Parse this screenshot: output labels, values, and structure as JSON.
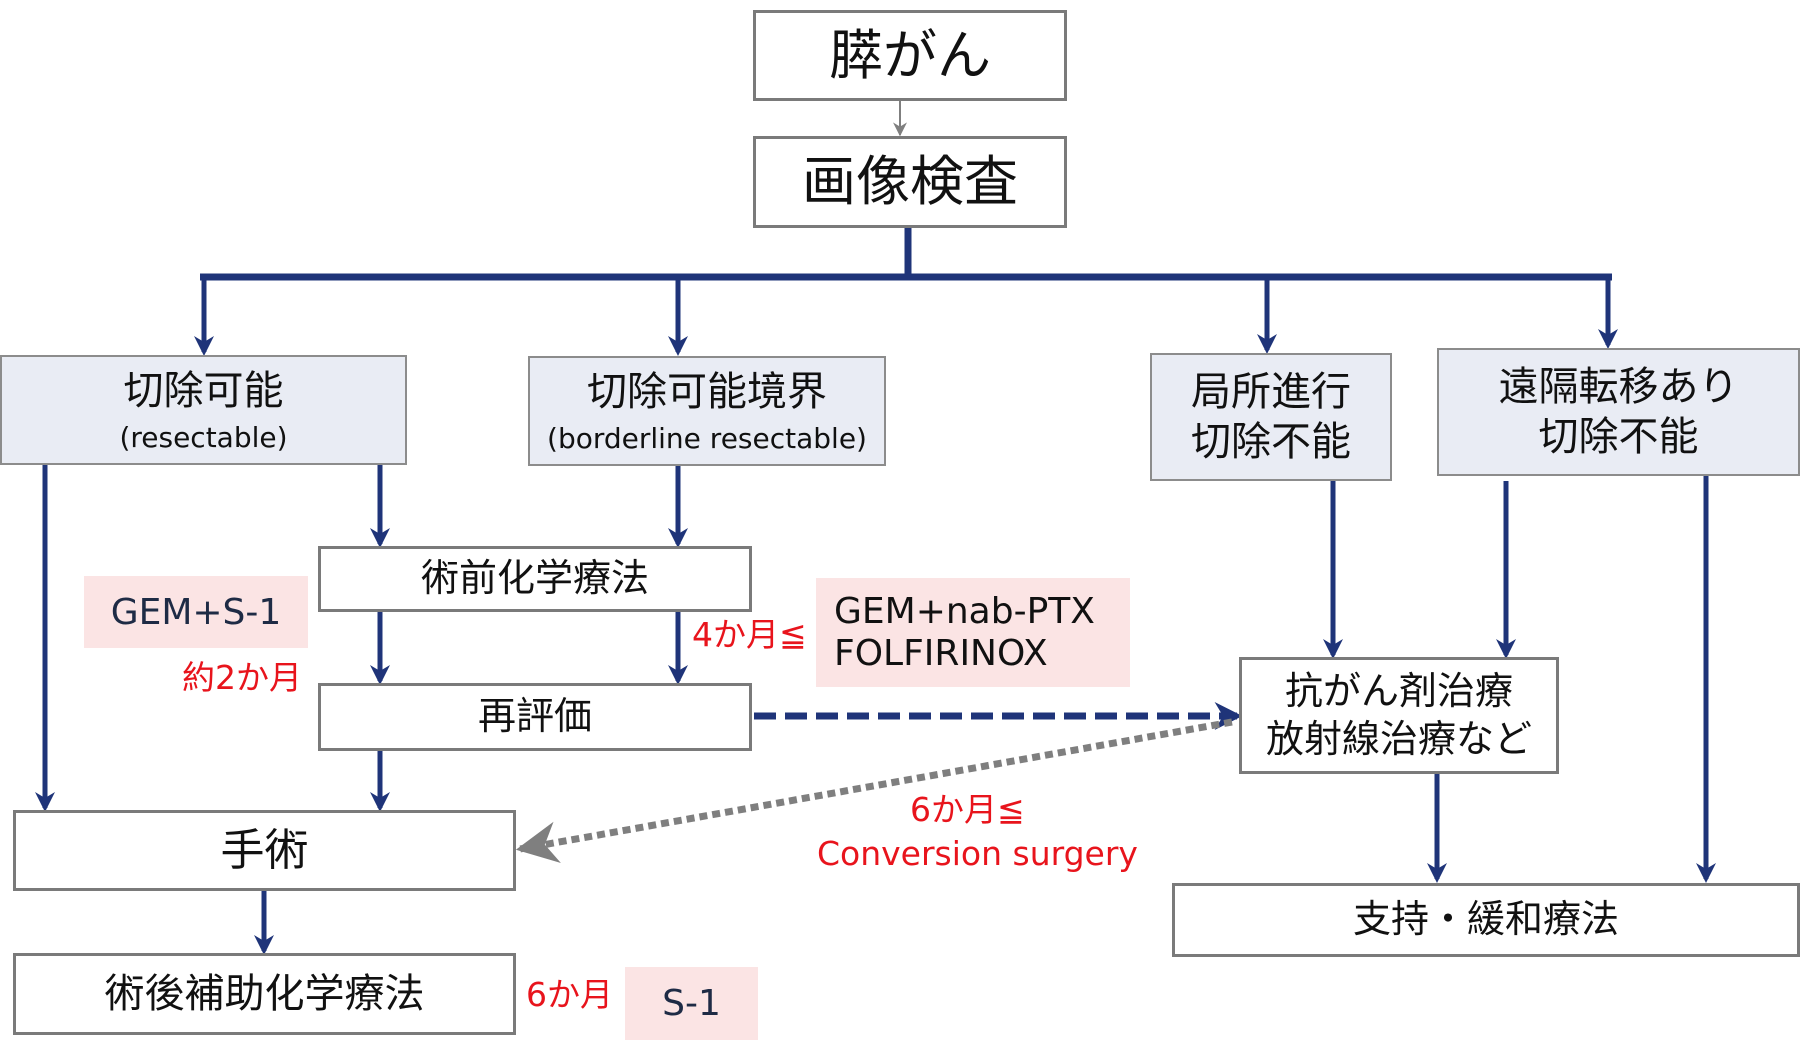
{
  "title_box": "膵がん",
  "imaging_box": "画像検査",
  "categories": [
    {
      "title": "切除可能",
      "subtitle": "(resectable)"
    },
    {
      "title": "切除可能境界",
      "subtitle": "(borderline resectable)"
    },
    {
      "title_lines": [
        "局所進行",
        "切除不能"
      ]
    },
    {
      "title_lines": [
        "遠隔転移あり",
        "切除不能"
      ]
    }
  ],
  "neoadjuvant_box": "術前化学療法",
  "reevaluation_box": "再評価",
  "surgery_box": "手術",
  "adjuvant_box": "術後補助化学療法",
  "chemo_box_lines": [
    "抗がん剤治療",
    "放射線治療など"
  ],
  "palliative_box": "支持・緩和療法",
  "regimens": {
    "resectable_neoadjuvant": "GEM+S-1",
    "borderline_neoadjuvant": [
      "GEM+nab-PTX",
      "FOLFIRINOX"
    ],
    "adjuvant": "S-1"
  },
  "durations": {
    "resectable_neoadjuvant": "約2か月",
    "borderline_neoadjuvant": "4か月≦",
    "adjuvant": "6か月",
    "conversion": "6か月≦"
  },
  "conversion_label": "Conversion surgery",
  "colors": {
    "arrow": "#1f3479",
    "box_border": "#7a7a7a",
    "category_fill": "#e9ecf4",
    "regimen_fill": "#fbe4e4",
    "annotation_red": "#e8141c",
    "dotted_arrow": "#7f7f7f"
  }
}
